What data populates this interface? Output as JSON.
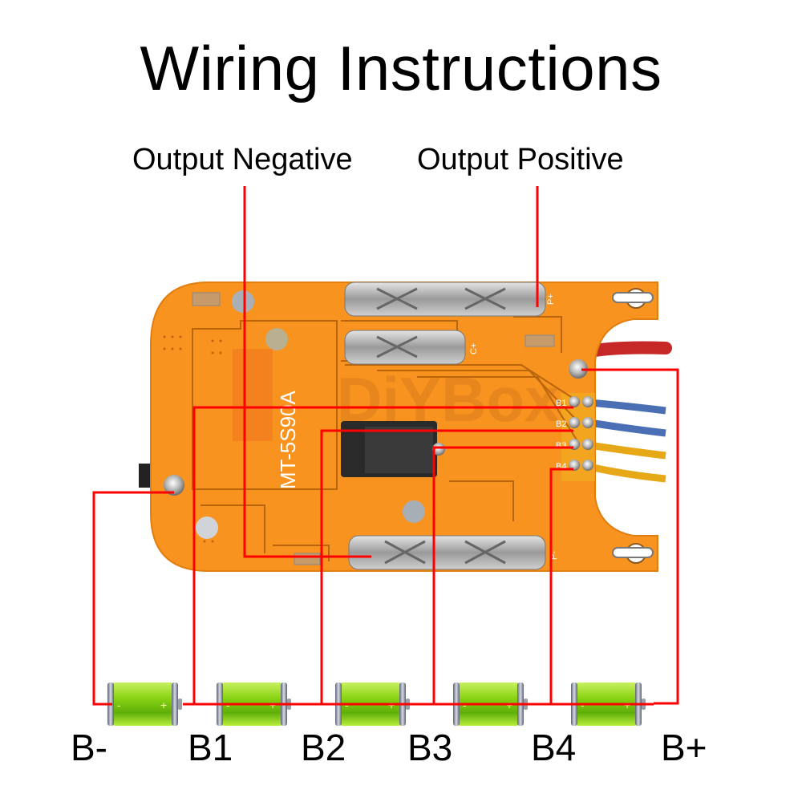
{
  "title": "Wiring Instructions",
  "output_labels": {
    "negative": "Output Negative",
    "positive": "Output Positive"
  },
  "board": {
    "model": "MT-5S90A",
    "watermark": "DiYBox",
    "pad_labels": [
      "B1",
      "B2",
      "B3",
      "B4"
    ],
    "terminal_labels": [
      "P+",
      "C+",
      "P-"
    ],
    "wire_colors": [
      "#c62828",
      "#4a6fb5",
      "#4a6fb5",
      "#e6a817",
      "#e6a817"
    ],
    "pcb_color": "#f7931e",
    "trace_color": "#b8650c"
  },
  "battery_labels": [
    "B-",
    "B1",
    "B2",
    "B3",
    "B4",
    "B+"
  ],
  "battery_count": 5,
  "wire_color": "#ff0000"
}
